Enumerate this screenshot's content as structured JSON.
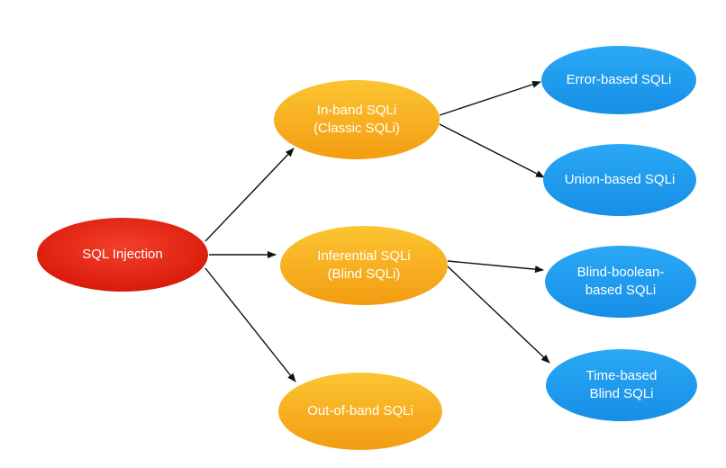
{
  "diagram": {
    "nodes": {
      "root": {
        "lines": [
          "SQL Injection"
        ],
        "color": "#e8230f"
      },
      "inband": {
        "lines": [
          "In-band SQLi",
          "(Classic SQLi)"
        ],
        "color": "#f7b21f"
      },
      "inferential": {
        "lines": [
          "Inferential SQLi",
          "(Blind SQLi)"
        ],
        "color": "#f7b21f"
      },
      "outofband": {
        "lines": [
          "Out-of-band SQLi"
        ],
        "color": "#f7b21f"
      },
      "error": {
        "lines": [
          "Error-based SQLi"
        ],
        "color": "#1c9cef"
      },
      "union": {
        "lines": [
          "Union-based SQLi"
        ],
        "color": "#1c9cef"
      },
      "blindbool": {
        "lines": [
          "Blind-boolean-",
          "based SQLi"
        ],
        "color": "#1c9cef"
      },
      "timebased": {
        "lines": [
          "Time-based",
          "Blind SQLi"
        ],
        "color": "#1c9cef"
      }
    },
    "edges": [
      {
        "from": "root",
        "to": "inband"
      },
      {
        "from": "root",
        "to": "inferential"
      },
      {
        "from": "root",
        "to": "outofband"
      },
      {
        "from": "inband",
        "to": "error"
      },
      {
        "from": "inband",
        "to": "union"
      },
      {
        "from": "inferential",
        "to": "blindbool"
      },
      {
        "from": "inferential",
        "to": "timebased"
      }
    ]
  }
}
